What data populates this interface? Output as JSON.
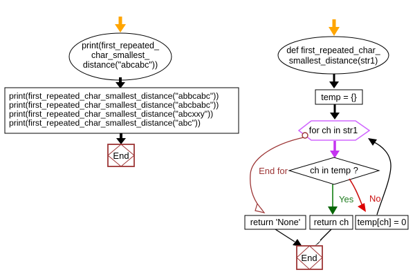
{
  "diagram_title": "Flowchart: first repeated char smallest distance",
  "colors": {
    "start_arrow_orange": "#ffa500",
    "terminator_red": "#9c3434",
    "loop_hexagon_violet": "#d066ff",
    "loop_arrow_purple": "#c433f0",
    "yes_green": "#1f7d1f",
    "no_red": "#cc1111",
    "line_black": "#000000",
    "background": "#ffffff"
  },
  "left_chart": {
    "start_ellipse_lines": [
      "print(first_repeated_",
      "char_smallest_",
      "distance(\"abcabc\"))"
    ],
    "code_lines": [
      "print(first_repeated_char_smallest_distance(\"abbcabc\"))",
      "print(first_repeated_char_smallest_distance(\"abcbabc\"))",
      "print(first_repeated_char_smallest_distance(\"abcxxy\"))",
      "print(first_repeated_char_smallest_distance(\"abc\"))"
    ],
    "end_label": "End"
  },
  "right_chart": {
    "def_ellipse_lines": [
      "def first_repeated_char_",
      "smallest_distance(str1)"
    ],
    "temp_init": "temp = {}",
    "loop_header": "for ch in str1",
    "condition": "ch in temp ?",
    "end_for_label": "End for",
    "yes_label": "Yes",
    "no_label": "No",
    "return_none": "return 'None'",
    "return_ch": "return ch",
    "temp_assign": "temp[ch] = 0",
    "end_label": "End"
  }
}
